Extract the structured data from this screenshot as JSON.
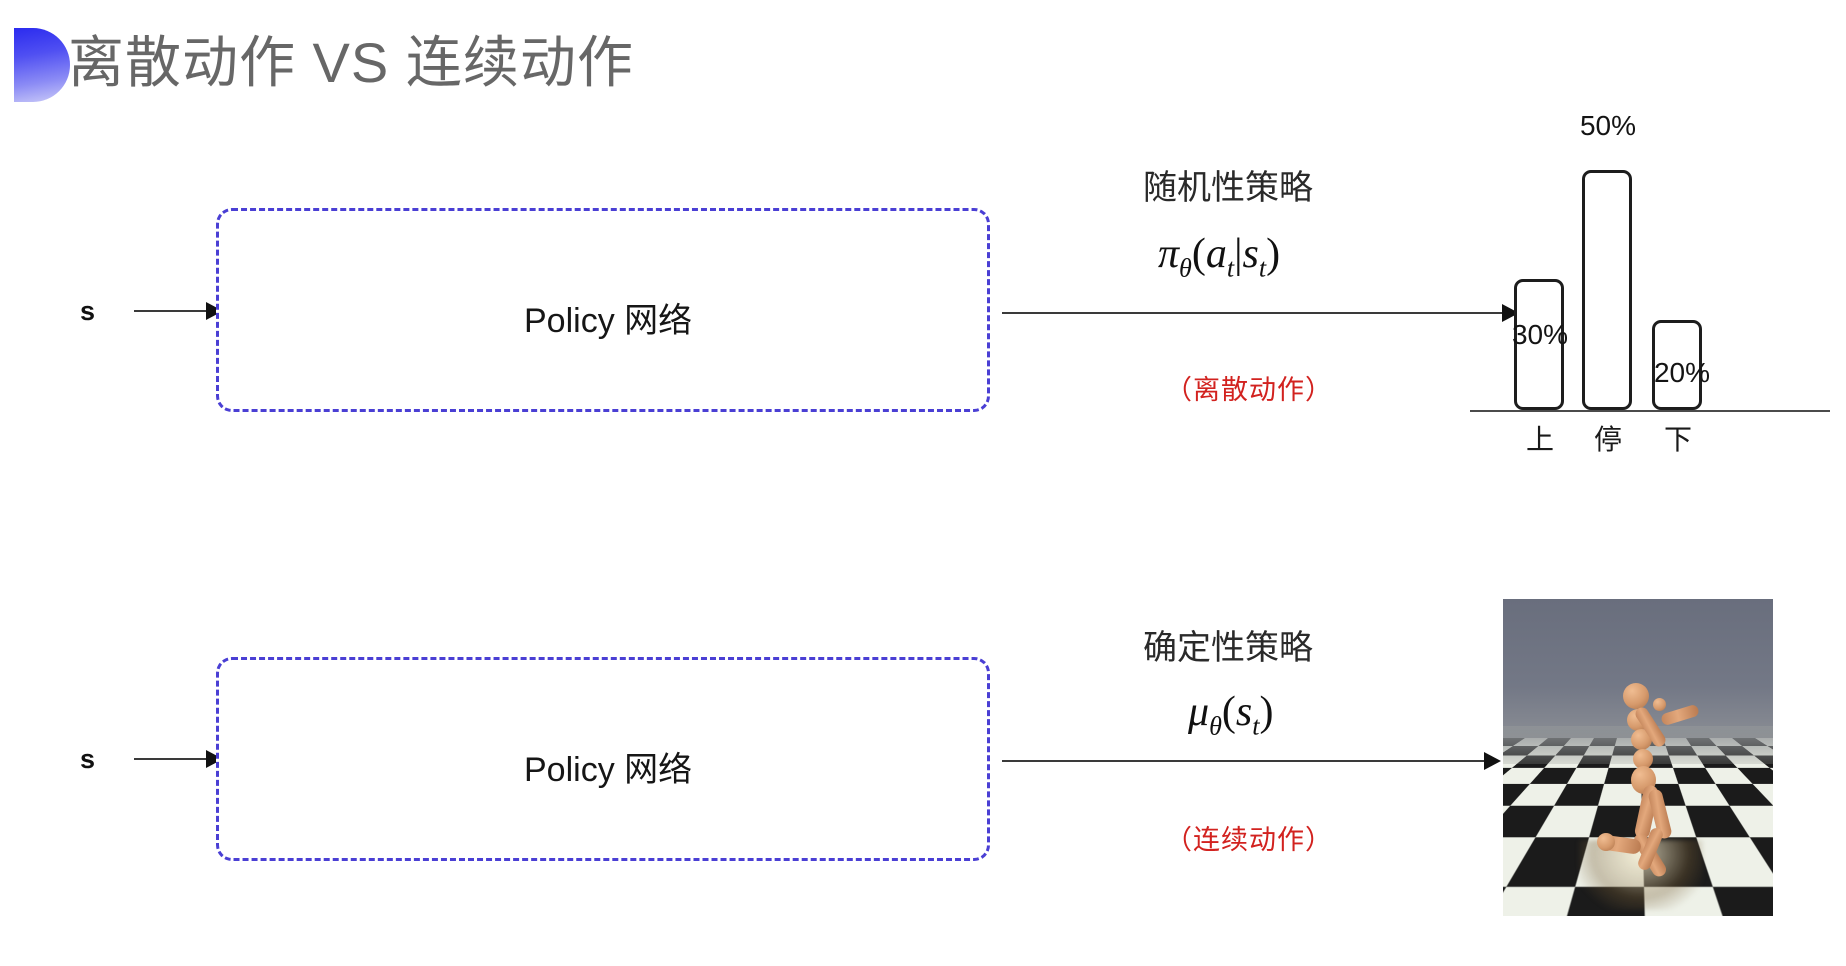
{
  "slide": {
    "title": "离散动作 VS 连续动作",
    "bullet_icon": "half-circle-bullet",
    "title_color": "#676767",
    "accent_color": "#4a3fd4",
    "note_color": "#d2221f",
    "background": "#ffffff"
  },
  "rows": [
    {
      "id": "discrete",
      "input_label": "s",
      "box_label": "Policy 网络",
      "policy_kind": "随机性策略",
      "formula_plain": "πθ(at|st)",
      "formula_parts": {
        "fn": "π",
        "fn_sub": "θ",
        "open": "(",
        "arg1": "a",
        "arg1_sub": "t",
        "bar": "|",
        "arg2": "s",
        "arg2_sub": "t",
        "close": ")"
      },
      "note": "（离散动作）",
      "output_kind": "bar-chart"
    },
    {
      "id": "continuous",
      "input_label": "s",
      "box_label": "Policy 网络",
      "policy_kind": "确定性策略",
      "formula_plain": "μθ(st)",
      "formula_parts": {
        "fn": "μ",
        "fn_sub": "θ",
        "open": "(",
        "arg1": "s",
        "arg1_sub": "t",
        "close": ")"
      },
      "note": "（连续动作）",
      "output_kind": "humanoid-render"
    }
  ],
  "chart_data": {
    "type": "bar",
    "title": "",
    "categories": [
      "上",
      "停",
      "下"
    ],
    "values": [
      30,
      50,
      20
    ],
    "value_labels": [
      "30%",
      "50%",
      "20%"
    ],
    "xlabel": "",
    "ylabel": "",
    "ylim": [
      0,
      60
    ],
    "grid": false,
    "legend": false,
    "bar_style": {
      "fill": "#ffffff",
      "stroke": "#1d1d1d",
      "rounded": true
    }
  },
  "humanoid": {
    "alt": "MuJoCo humanoid walking on checkerboard floor",
    "sky_color": "#6f7482",
    "floor_dark": "#1b1b1b",
    "floor_light": "#eef1e8",
    "body_color": "#d69a6c"
  }
}
